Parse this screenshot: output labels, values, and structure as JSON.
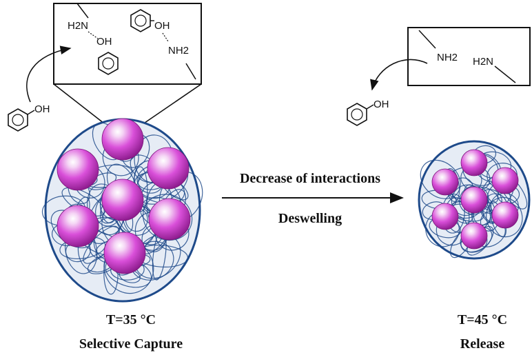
{
  "inset_left": {
    "groups": [
      "H2N",
      "OH",
      "OH",
      "NH2"
    ]
  },
  "inset_right": {
    "groups": [
      "NH2",
      "H2N"
    ]
  },
  "free_phenol_left": {
    "group": "OH"
  },
  "free_phenol_right": {
    "group": "OH"
  },
  "arrow": {
    "top_label": "Decrease of interactions",
    "bottom_label": "Deswelling"
  },
  "state_left": {
    "temperature": "T=35 °C",
    "caption": "Selective Capture"
  },
  "state_right": {
    "temperature": "T=45 °C",
    "caption": "Release"
  },
  "colors": {
    "polymer_mesh": "#1e4a8a",
    "particle": "#cc33cc",
    "particle_highlight": "#f7d8f7",
    "gel_fill": "#e6ecf5"
  }
}
